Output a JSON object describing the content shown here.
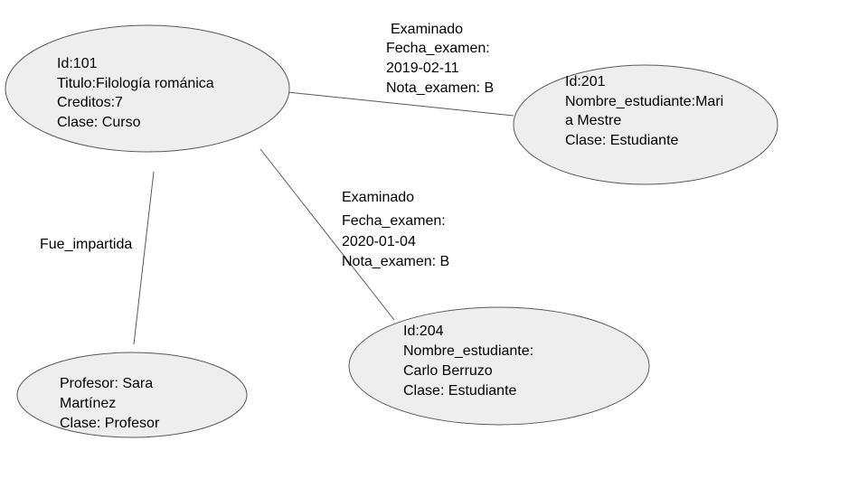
{
  "nodes": {
    "curso": {
      "lines": [
        "Id:101",
        "Titulo:Filología románica",
        "Creditos:7",
        "Clase: Curso"
      ]
    },
    "maria": {
      "lines": [
        "Id:201",
        "Nombre_estudiante:Mari",
        "a Mestre",
        "Clase: Estudiante"
      ]
    },
    "carlo": {
      "lines": [
        "Id:204",
        "Nombre_estudiante:",
        "Carlo Berruzo",
        "Clase: Estudiante"
      ]
    },
    "profesor": {
      "lines": [
        "Profesor: Sara",
        "Martínez",
        "Clase: Profesor"
      ]
    }
  },
  "edges": {
    "examinado_maria": {
      "lines": [
        "Examinado",
        "Fecha_examen:",
        "2019-02-11",
        "Nota_examen: B"
      ]
    },
    "examinado_carlo": {
      "lines": [
        "Examinado",
        "Fecha_examen:",
        "2020-01-04",
        "Nota_examen: B"
      ]
    },
    "fue_impartida": {
      "label": "Fue_impartida"
    }
  },
  "colors": {
    "node_fill": "#eeeeee",
    "stroke": "#595959"
  }
}
